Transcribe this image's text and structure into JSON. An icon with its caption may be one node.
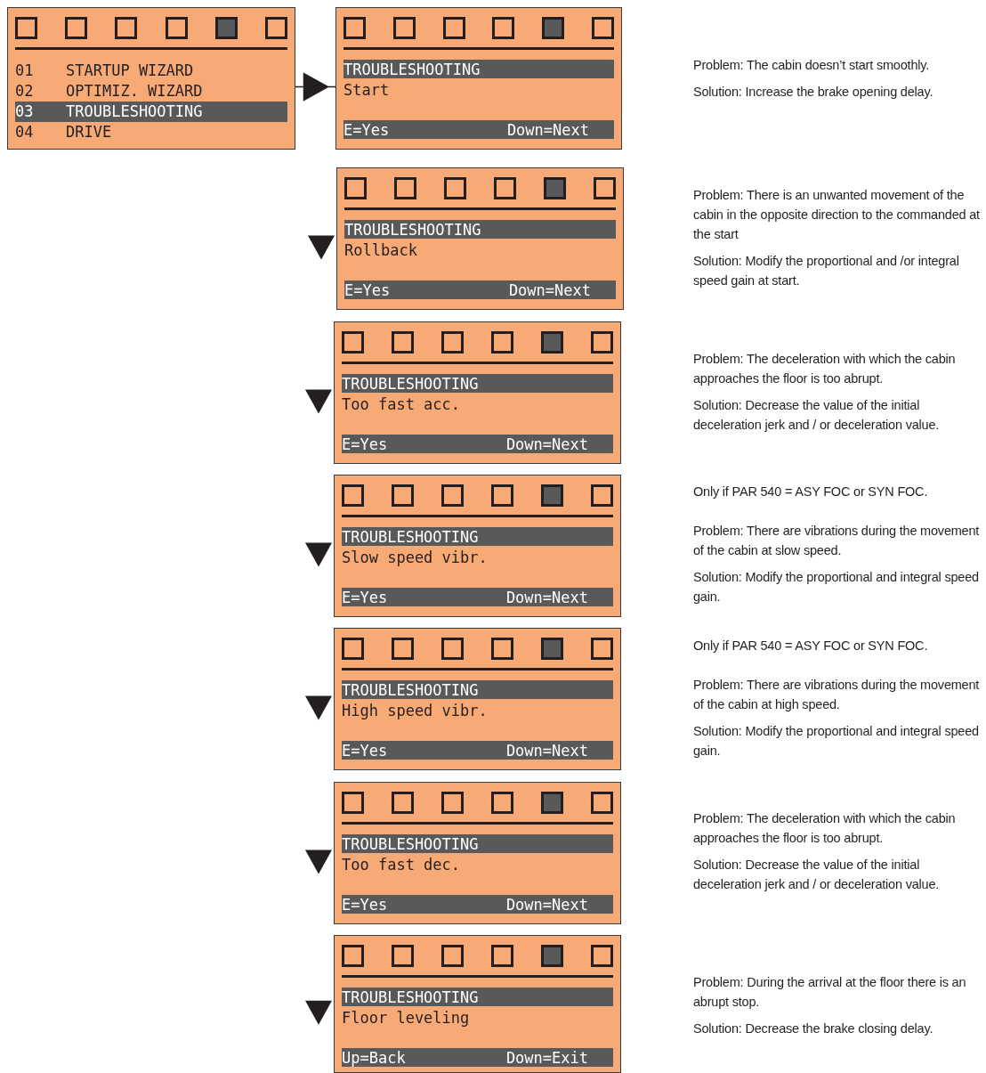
{
  "diagram": {
    "nodes": [
      {
        "text": [
          "01",
          "STARTUP WIZARD",
          "02",
          "OPTIMIZ. WIZARD",
          "03",
          "TROUBLESHOOTING",
          "04",
          "DRIVE"
        ]
      },
      {
        "text": [
          "TROUBLESHOOTING",
          "Start",
          "E=Yes",
          "Down=Next"
        ],
        "beside": [
          "Problem: The cabin doesn’t start smoothly.",
          "Solution: Increase the brake opening delay."
        ]
      },
      {
        "text": [
          "TROUBLESHOOTING",
          "Rollback",
          "E=Yes",
          "Down=Next"
        ],
        "beside": [
          "Problem: There is an unwanted movement of the cabin in the opposite direction to the commanded at the start",
          "Solution: Modify the proportional and /or integral speed gain at start."
        ]
      },
      {
        "text": [
          "TROUBLESHOOTING",
          "Too fast acc.",
          "E=Yes",
          "Down=Next"
        ],
        "beside": [
          "Problem: The deceleration with which the cabin approaches the floor is too abrupt.",
          "Solution: Decrease the value of the initial deceleration jerk and / or deceleration value."
        ]
      },
      {
        "text": [
          "TROUBLESHOOTING",
          "Slow speed vibr.",
          "E=Yes",
          "Down=Next"
        ],
        "beside": [
          "Only if PAR 540 = ASY FOC or SYN FOC.",
          "Problem: There are vibrations during the movement of the cabin at slow speed.",
          "Solution: Modify the proportional and integral speed gain."
        ]
      },
      {
        "text": [
          "TROUBLESHOOTING",
          "High speed vibr.",
          "E=Yes",
          "Down=Next"
        ],
        "beside": [
          "Only if PAR 540 = ASY FOC or SYN FOC.",
          "Problem: There are vibrations during the movement of the cabin at high speed.",
          "Solution: Modify the proportional and integral speed gain."
        ]
      },
      {
        "text": [
          "TROUBLESHOOTING",
          "Too fast dec.",
          "E=Yes",
          "Down=Next"
        ],
        "beside": [
          "Problem: The deceleration with which the cabin approaches the floor is too abrupt.",
          "Solution: Decrease the value of the initial deceleration jerk and / or deceleration value."
        ]
      },
      {
        "text": [
          "TROUBLESHOOTING",
          "Floor leveling",
          "Up=Back",
          "Down=Exit"
        ],
        "beside": [
          "Problem: During the arrival at the floor there is an abrupt stop.",
          "Solution: Decrease the brake closing delay."
        ]
      }
    ],
    "edges": [
      {
        "from": 0,
        "to": 1,
        "arrow": "to"
      }
    ]
  }
}
